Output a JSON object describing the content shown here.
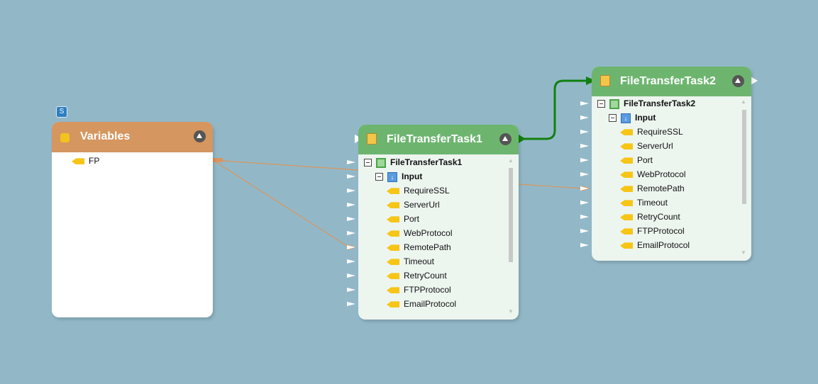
{
  "badge": "S",
  "variables": {
    "title": "Variables",
    "items": [
      "FP"
    ]
  },
  "task1": {
    "title": "FileTransferTask1",
    "root": "FileTransferTask1",
    "group": "Input",
    "items": [
      "RequireSSL",
      "ServerUrl",
      "Port",
      "WebProtocol",
      "RemotePath",
      "Timeout",
      "RetryCount",
      "FTPProtocol",
      "EmailProtocol"
    ]
  },
  "task2": {
    "title": "FileTransferTask2",
    "root": "FileTransferTask2",
    "group": "Input",
    "items": [
      "RequireSSL",
      "ServerUrl",
      "Port",
      "WebProtocol",
      "RemotePath",
      "Timeout",
      "RetryCount",
      "FTPProtocol",
      "EmailProtocol"
    ]
  },
  "colors": {
    "background": "#92b8c8",
    "variables_header": "#d59660",
    "task_header": "#6db56f",
    "flow_wire": "#11800f",
    "data_wire": "#d9955f"
  }
}
